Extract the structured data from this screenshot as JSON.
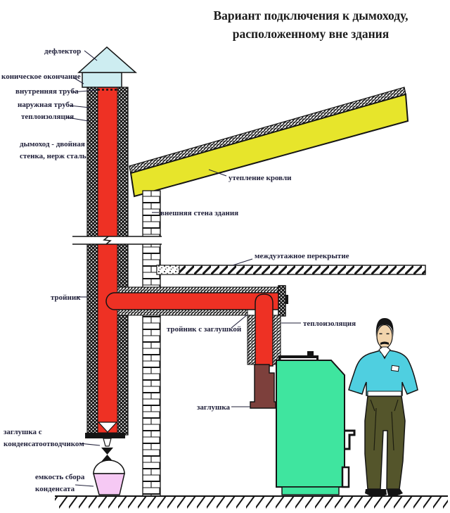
{
  "title": {
    "line1": "Вариант подключения к дымоходу,",
    "line2": "расположенному вне здания"
  },
  "labels": {
    "deflector": "дефлектор",
    "conical_end": "коническое окончание",
    "inner_pipe": "внутренняя труба",
    "outer_pipe": "наружная труба",
    "insulation": "теплоизоляция",
    "chimney_l1": "дымоход - двойная",
    "chimney_l2": "стенка, нерж сталь",
    "tee": "тройник",
    "tee_with_plug": "тройник с заглушкой",
    "roof_insulation": "утепление кровли",
    "outer_wall": "внешняя стена здания",
    "floor_slab": "междуэтажное перекрытие",
    "insulation_right": "теплоизоляция",
    "plug": "заглушка",
    "condensate_plug_l1": "заглушка с",
    "condensate_plug_l2": "конденсатоотводчиком",
    "condensate_tank_l1": "емкость сбора",
    "condensate_tank_l2": "конденсата"
  },
  "colors": {
    "pipe_red": "#EE3124",
    "roof_yellow": "#E7E52B",
    "boiler_green": "#3FE59F",
    "shirt_cyan": "#4FCFE0",
    "deflector_blue": "#CDEDF1",
    "bucket_pink": "#F6C9F4",
    "plug_brown": "#7D403C",
    "trousers_olive": "#54552B",
    "skin": "#F2D4AC",
    "ink": "#20203A",
    "title_ink": "#1C1C1C"
  }
}
